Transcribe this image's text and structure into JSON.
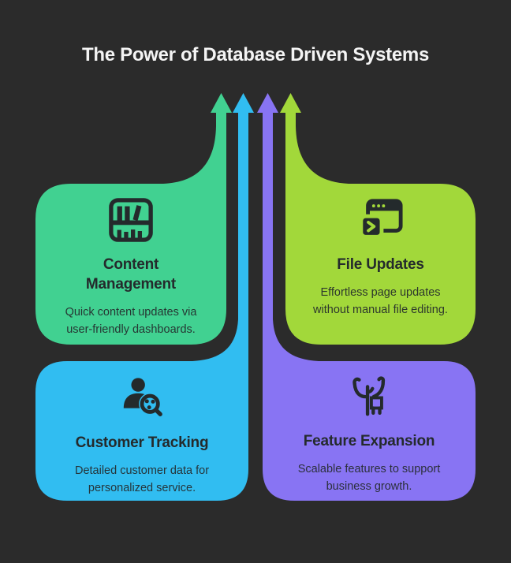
{
  "title": "The Power of Database Driven Systems",
  "colors": {
    "background": "#2b2b2b",
    "ink": "#242a2c",
    "title_text": "#f4f4f4",
    "green": "#41d191",
    "lime": "#a2d83a",
    "cyan": "#31bdf1",
    "purple": "#8874f3"
  },
  "cards": [
    {
      "id": "content-management",
      "icon": "bookshelf-icon",
      "color": "#41d191",
      "title": "Content Management",
      "description": "Quick content updates via user-friendly dashboards."
    },
    {
      "id": "file-updates",
      "icon": "browser-code-icon",
      "color": "#a2d83a",
      "title": "File Updates",
      "description": "Effortless page updates without manual file editing."
    },
    {
      "id": "customer-tracking",
      "icon": "customer-search-icon",
      "color": "#31bdf1",
      "title": "Customer Tracking",
      "description": "Detailed customer data for personalized service."
    },
    {
      "id": "feature-expansion",
      "icon": "growth-branches-icon",
      "color": "#8874f3",
      "title": "Feature Expansion",
      "description": "Scalable features to support business growth."
    }
  ]
}
